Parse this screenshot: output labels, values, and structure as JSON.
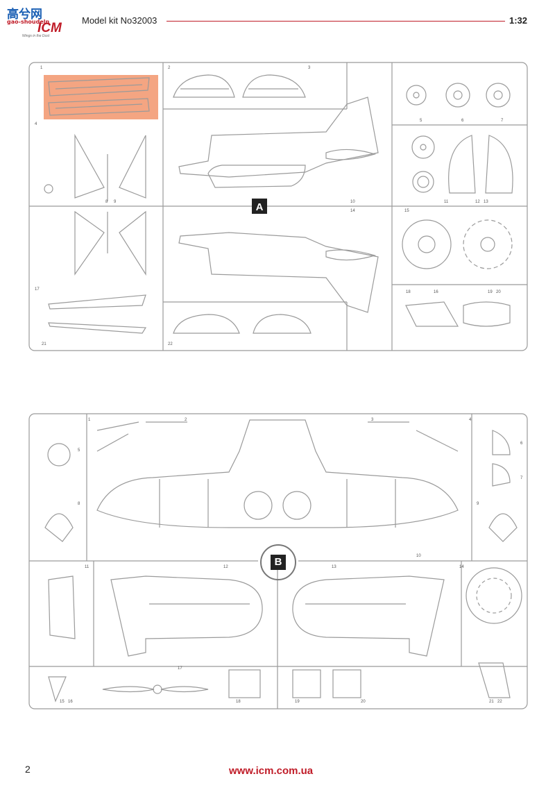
{
  "header": {
    "logo": {
      "hanzi": "高兮网",
      "site": "gao-shoudeln",
      "brand": "ICM",
      "tagline": "Wings in the Dust"
    },
    "kit_title": "Model kit No32003",
    "scale": "1:32"
  },
  "sprues": [
    {
      "label": "A",
      "part_numbers": [
        "1",
        "2",
        "3",
        "4",
        "5",
        "6",
        "7",
        "8",
        "9",
        "10",
        "11",
        "12",
        "13",
        "14",
        "15",
        "16",
        "17",
        "18",
        "19",
        "20",
        "21",
        "22"
      ]
    },
    {
      "label": "B",
      "part_numbers": [
        "1",
        "2",
        "3",
        "4",
        "5",
        "6",
        "7",
        "8",
        "9",
        "10",
        "11",
        "12",
        "13",
        "14",
        "15",
        "16",
        "17",
        "18",
        "19",
        "20",
        "21",
        "22"
      ]
    }
  ],
  "highlight": {
    "sprue": "A",
    "part": "1",
    "color": "#f4a582"
  },
  "footer": {
    "page_number": "2",
    "website": "www.icm.com.ua"
  },
  "colors": {
    "accent": "#c01c28",
    "line": "#9a9a9a",
    "highlight": "#f4a582"
  }
}
